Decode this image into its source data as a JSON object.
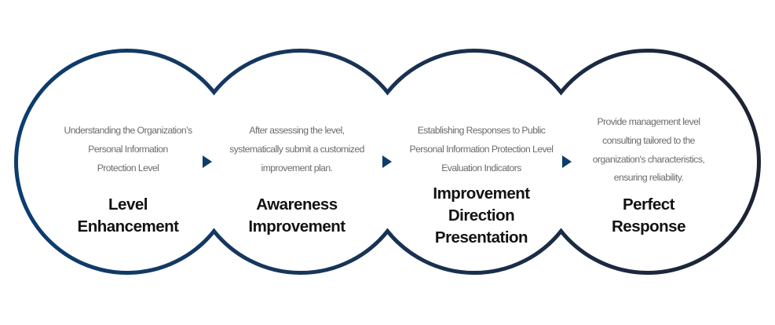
{
  "diagram": {
    "outline_gradient": [
      "#0b3d6e",
      "#18355a",
      "#1c2333"
    ],
    "arrow_color": "#0e3c6b",
    "steps": [
      {
        "description_lines": [
          "Understanding the Organization’s",
          "Personal Information",
          "Protection Level"
        ],
        "title_lines": [
          "Level",
          "Enhancement"
        ]
      },
      {
        "description_lines": [
          "After assessing the level,",
          "systematically submit a customized",
          "improvement plan."
        ],
        "title_lines": [
          "Awareness",
          "Improvement"
        ]
      },
      {
        "description_lines": [
          "Establishing Responses to Public",
          "Personal Information Protection Level",
          "Evaluation Indicators"
        ],
        "title_lines": [
          "Improvement",
          "Direction",
          "Presentation"
        ]
      },
      {
        "description_lines": [
          "Provide management level",
          "consulting tailored to the",
          "organization's characteristics,",
          "ensuring reliability."
        ],
        "title_lines": [
          "Perfect",
          "Response"
        ]
      }
    ],
    "arrows": [
      {
        "icon": "triangle-right-icon"
      },
      {
        "icon": "triangle-right-icon"
      },
      {
        "icon": "triangle-right-icon"
      }
    ]
  }
}
